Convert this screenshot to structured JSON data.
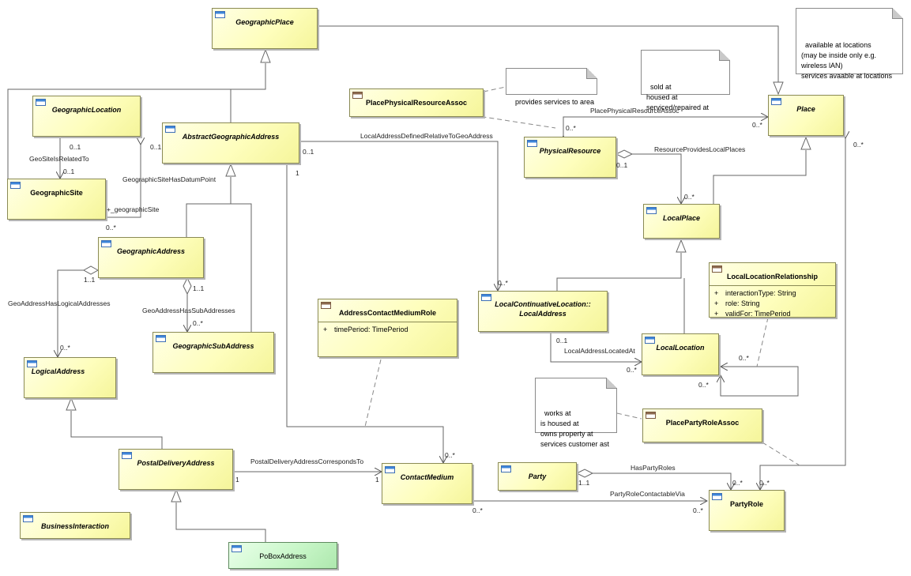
{
  "classes": {
    "geographic_place": "GeographicPlace",
    "geographic_location": "GeographicLocation",
    "abstract_geographic_address": "AbstractGeographicAddress",
    "geographic_site": "GeographicSite",
    "geographic_address": "GeographicAddress",
    "logical_address": "LogicalAddress",
    "geographic_sub_address": "GeographicSubAddress",
    "postal_delivery_address": "PostalDeliveryAddress",
    "business_interaction": "BusinessInteraction",
    "po_box_address": "PoBoxAddress",
    "place_physical_resource_assoc": "PlacePhysicalResourceAssoc",
    "physical_resource": "PhysicalResource",
    "place": "Place",
    "local_place": "LocalPlace",
    "local_continuative_location_1": "LocalContinuativeLocation::",
    "local_continuative_location_2": "LocalAddress",
    "local_location": "LocalLocation",
    "local_location_relationship": "LocalLocationRelationship",
    "address_contact_medium_role": "AddressContactMediumRole",
    "contact_medium": "ContactMedium",
    "party": "Party",
    "party_role": "PartyRole",
    "place_party_role_assoc": "PlacePartyRoleAssoc"
  },
  "attributes": {
    "address_contact_medium_role": [
      {
        "vis": "+",
        "text": "timePeriod: TimePeriod"
      }
    ],
    "local_location_relationship": [
      {
        "vis": "+",
        "text": "interactionType: String"
      },
      {
        "vis": "+",
        "text": "role: String"
      },
      {
        "vis": "+",
        "text": "validFor: TimePeriod"
      }
    ]
  },
  "notes": {
    "locations": "available at locations\n(may be inside only e.g.\nwireless lAN)\nservices avaable at locations",
    "sold": "sold at\nhoused at\nserviced/repaired at",
    "provides": "provides services to area",
    "works": "works at\nis housed at\nowns property at\nservices customer ast"
  },
  "labels": {
    "geo_site_related": "GeoSiteIsRelatedTo",
    "m_0_1_a": "0..1",
    "m_0_1_b": "0..1",
    "m_0_1_c": "0..1",
    "datum_point": "GeographicSiteHasDatumPoint",
    "plus_geo_site": "+_geographicSite",
    "m_0_star_a": "0..*",
    "m_0_1_d": "0..1",
    "local_addr_rel": "LocalAddressDefinedRelativeToGeoAddress",
    "m_1_a": "1",
    "m_1_1_a": "1..1",
    "geo_logical": "GeoAddressHasLogicalAddresses",
    "m_1_1_b": "1..1",
    "geo_sub": "GeoAddressHasSubAddresses",
    "m_0_star_b": "0..*",
    "m_0_star_c": "0..*",
    "ppr_assoc": "PlacePhysicalResourceAssoc",
    "m_0_star_d": "0..*",
    "m_0_star_e": "0..*",
    "m_0_star_f": "0..*",
    "res_local_places": "ResourceProvidesLocalPlaces",
    "m_0_1_e": "0..1",
    "m_0_star_g": "0..*",
    "m_0_star_h": "0..*",
    "m_0_1_f": "0..1",
    "located_at": "LocalAddressLocatedAt",
    "m_0_star_i": "0..*",
    "m_0_star_j": "0..*",
    "m_0_star_k": "0..*",
    "postal_corr": "PostalDeliveryAddressCorrespondsTo",
    "m_1_b": "1",
    "m_1_c": "1",
    "m_0_star_l": "0..*",
    "has_party_roles": "HasPartyRoles",
    "m_1_1_c": "1..1",
    "m_0_star_m": "0..*",
    "m_0_star_n": "0..*",
    "contactable_via": "PartyRoleContactableVia",
    "m_0_star_o": "0..*",
    "m_0_star_p": "0..*"
  },
  "colors": {
    "class_fill": "#fefebd",
    "po_box_fill": "#c9f7c9",
    "line": "#5a5a5a"
  }
}
